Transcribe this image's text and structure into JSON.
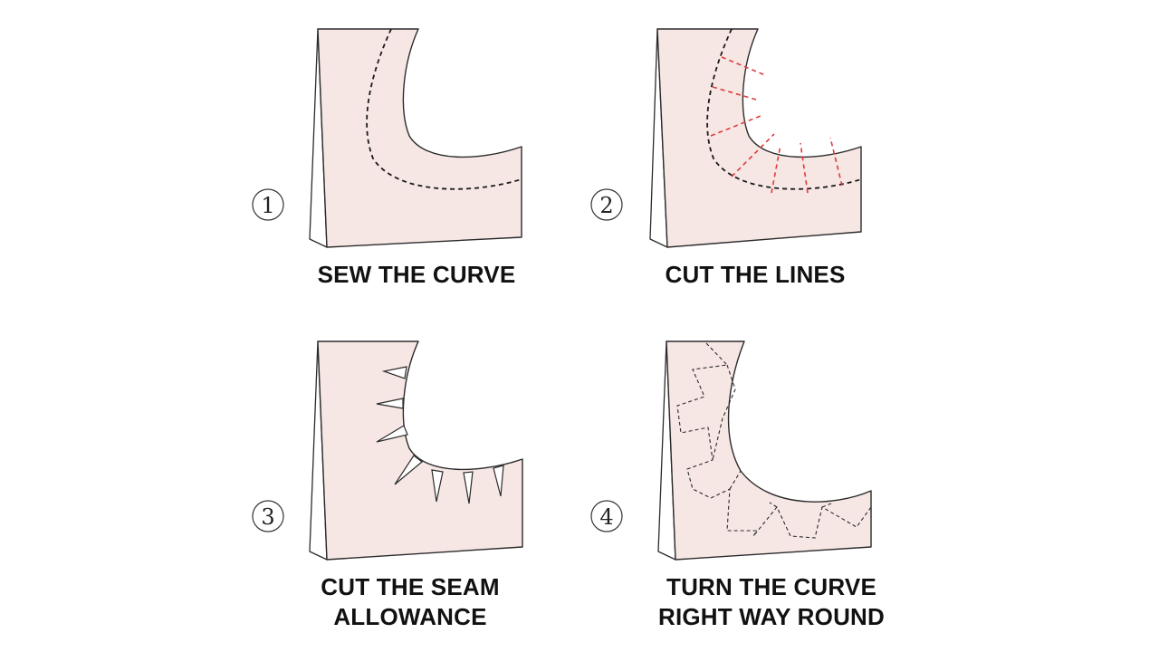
{
  "colors": {
    "fabric": "#f6e7e4",
    "outline": "#2b2b2b",
    "seam_stitch": "#1a1a1a",
    "cut_lines": "#e03a3a"
  },
  "steps": [
    {
      "number": "1",
      "caption_lines": [
        "SEW THE CURVE"
      ]
    },
    {
      "number": "2",
      "caption_lines": [
        "CUT THE LINES"
      ]
    },
    {
      "number": "3",
      "caption_lines": [
        "CUT THE SEAM",
        "ALLOWANCE"
      ]
    },
    {
      "number": "4",
      "caption_lines": [
        "TURN THE CURVE",
        "RIGHT WAY ROUND"
      ]
    }
  ]
}
